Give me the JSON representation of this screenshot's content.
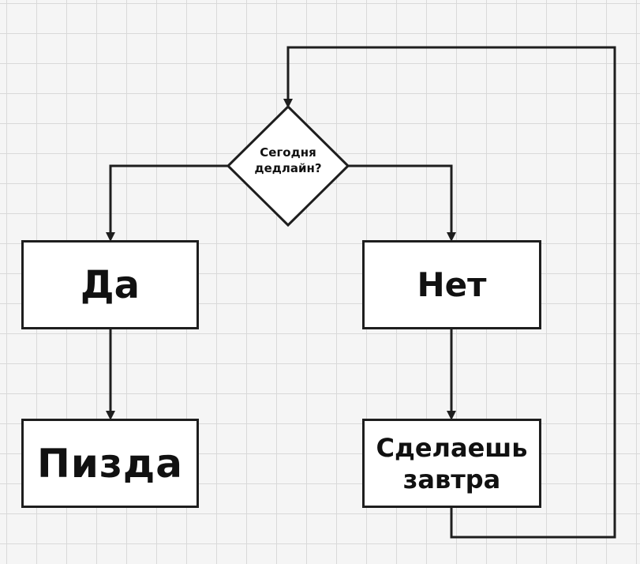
{
  "decision": {
    "line1": "Сегодня",
    "line2": "дедлайн?"
  },
  "yes_box": {
    "label": "Да"
  },
  "no_box": {
    "label": "Нет"
  },
  "yes_result": {
    "label": "Пизда"
  },
  "no_result": {
    "line1": "Сделаешь",
    "line2": "завтра"
  },
  "colors": {
    "stroke": "#1e1e1e",
    "box_fill": "#ffffff",
    "grid": "#d9d9d9",
    "background": "#f5f5f5"
  }
}
